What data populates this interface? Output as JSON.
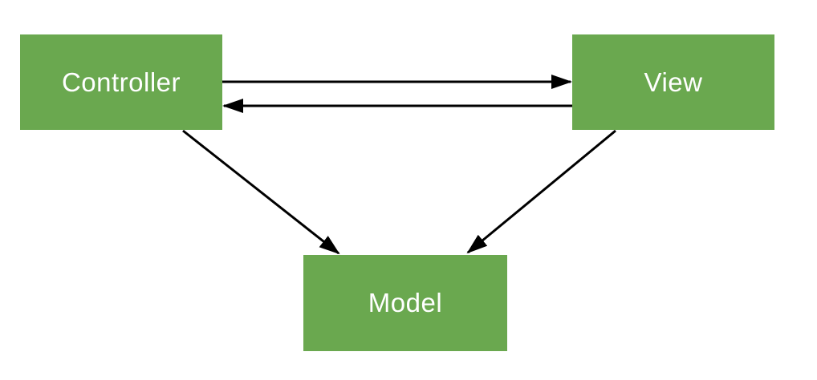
{
  "diagram": {
    "type": "mvc-architecture-diagram",
    "nodes": [
      {
        "id": "controller",
        "label": "Controller"
      },
      {
        "id": "view",
        "label": "View"
      },
      {
        "id": "model",
        "label": "Model"
      }
    ],
    "edges": [
      {
        "from": "controller",
        "to": "view"
      },
      {
        "from": "view",
        "to": "controller"
      },
      {
        "from": "controller",
        "to": "model"
      },
      {
        "from": "view",
        "to": "model"
      }
    ],
    "colors": {
      "node_fill": "#6aa84f",
      "node_text": "#ffffff",
      "arrow": "#000000",
      "background": "#ffffff"
    }
  }
}
